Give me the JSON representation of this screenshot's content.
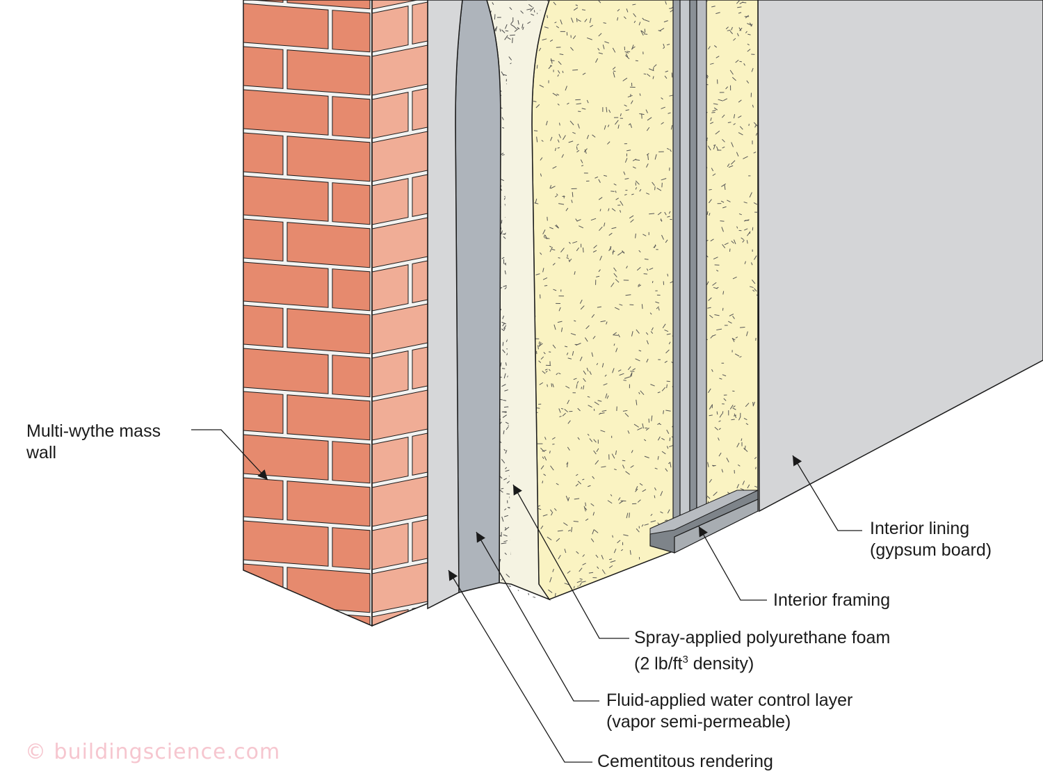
{
  "labels": {
    "mass_wall": [
      "Multi-wythe mass",
      "wall"
    ],
    "interior_lining": [
      "Interior lining",
      "(gypsum board)"
    ],
    "interior_framing": "Interior framing",
    "spray_foam": {
      "line1": "Spray-applied polyurethane foam",
      "line2_pre": "(2 lb/ft",
      "line2_sup": "3",
      "line2_post": " density)"
    },
    "water_control": [
      "Fluid-applied water control layer",
      "(vapor semi-permeable)"
    ],
    "rendering": "Cementitous rendering"
  },
  "watermark": "© buildingscience.com",
  "colors": {
    "brick_front": "#e68a6e",
    "brick_side": "#f0ad96",
    "mortar": "#f3f3f1",
    "rendering": "#d6d7d9",
    "water_layer": "#aeb4bb",
    "foam_light": "#f5f3e2",
    "foam_core": "#faf3c2",
    "stud": "#9aa0a6",
    "gypsum": "#d4d5d7",
    "line": "#1a1a1a",
    "watermark": "#f6c6cf"
  }
}
